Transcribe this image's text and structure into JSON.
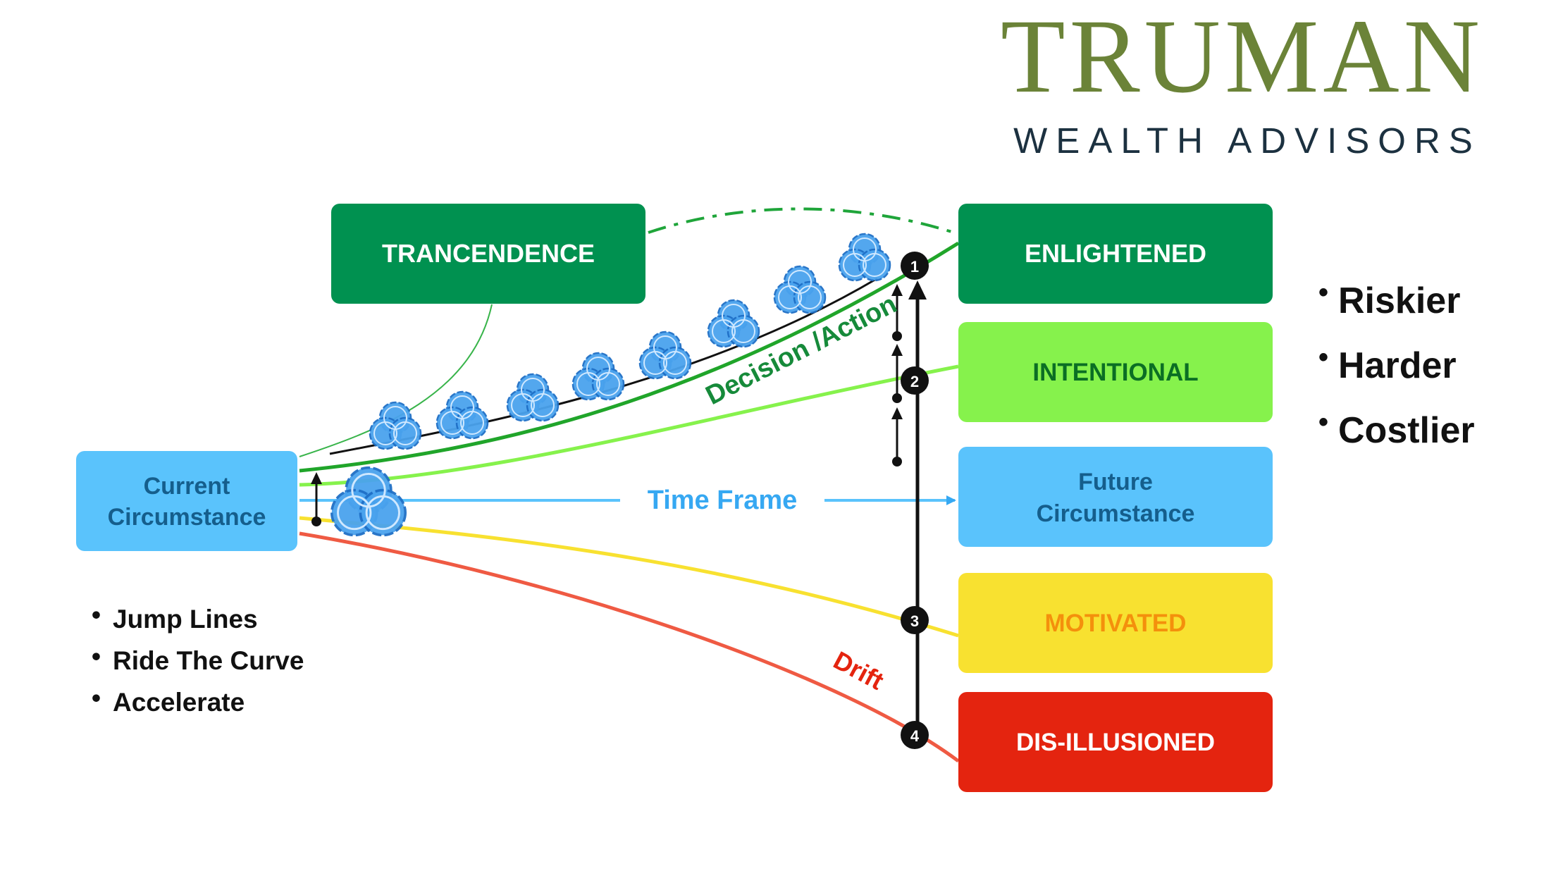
{
  "logo": {
    "name": "TRUMAN",
    "tagline": "WEALTH ADVISORS"
  },
  "boxes": {
    "current": {
      "line1": "Current",
      "line2": "Circumstance"
    },
    "transcendence": "TRANCENDENCE",
    "enlightened": "ENLIGHTENED",
    "intentional": "INTENTIONAL",
    "future": {
      "line1": "Future",
      "line2": "Circumstance"
    },
    "motivated": "MOTIVATED",
    "disillusioned": "DIS-ILLUSIONED"
  },
  "curve_labels": {
    "decision": "Decision /Action",
    "time_frame": "Time Frame",
    "drift": "Drift"
  },
  "markers": [
    "1",
    "2",
    "3",
    "4"
  ],
  "left_bullets": [
    "Jump Lines",
    "Ride The Curve",
    "Accelerate"
  ],
  "right_bullets": [
    "Riskier",
    "Harder",
    "Costlier"
  ],
  "colors": {
    "dark_green": "#009150",
    "light_green": "#86f24c",
    "sky_blue": "#5ac3fc",
    "yellow": "#f8e130",
    "red": "#e4240f",
    "orange_text": "#f4900c",
    "time_frame_blue": "#36a8f2",
    "logo_olive": "#6b8338",
    "logo_navy": "#1c3140"
  },
  "icons": [
    "venn-circles-icon",
    "arrow-up-icon",
    "numbered-marker-icon"
  ]
}
